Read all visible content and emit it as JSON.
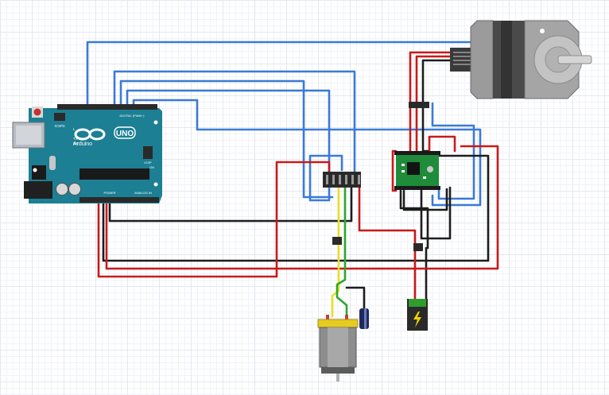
{
  "colors": {
    "blue": "#3a7ad6",
    "red": "#c81a1a",
    "black": "#1d1d1d",
    "yellow": "#e8e02a",
    "green": "#2ea62e",
    "board": "#1c7f93",
    "driver": "#1e8c3a"
  },
  "arduino": {
    "model": "UNO",
    "brand": "Arduino",
    "icsp_label": "ICSP2",
    "icsp1_label": "ICSP",
    "digital_header": "DIGITAL (PWM~)",
    "power_header": "POWER",
    "analog_header": "ANALOG IN",
    "tx_label": "TX",
    "rx_label": "RX",
    "l_label": "L",
    "on_label": "ON"
  },
  "components": {
    "stepper_motor": "stepper-motor",
    "driver_module": "stepper-driver",
    "dc_motor": "dc-motor",
    "capacitor": "capacitor",
    "power_jack": "dc-power-jack",
    "breadboard_header": "pin-header"
  }
}
